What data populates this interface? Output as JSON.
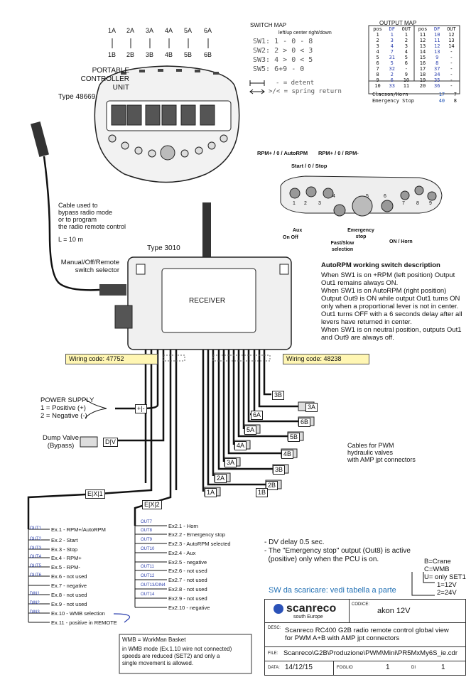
{
  "controller": {
    "title_line1": "PORTABLE",
    "title_line2": "CONTROLLER",
    "title_line3": "UNIT",
    "type": "Type 48669",
    "levers_top": [
      "1A",
      "2A",
      "3A",
      "4A",
      "5A",
      "6A"
    ],
    "levers_bottom": [
      "1B",
      "2B",
      "3B",
      "4B",
      "5B",
      "6B"
    ]
  },
  "switch_map": {
    "title": "SWITCH MAP",
    "header": "left/up   center  right/down",
    "rows": [
      {
        "sw": "SW1:",
        "vals": "1  -  0  -  8"
      },
      {
        "sw": "SW2:",
        "vals": "2  >  0  <  3"
      },
      {
        "sw": "SW3:",
        "vals": "4  >  0  <  5"
      },
      {
        "sw": "SW5:",
        "vals": "6+9    -    0"
      }
    ],
    "legend_detent": "-  = detent",
    "legend_spring": ">/<  = spring return"
  },
  "output_map": {
    "title": "OUTPUT MAP",
    "headers": [
      "pos",
      "DF",
      "OUT",
      "pos",
      "DF",
      "OUT"
    ],
    "rows": [
      [
        "1",
        "1",
        "1",
        "11",
        "10",
        "12"
      ],
      [
        "2",
        "3",
        "2",
        "12",
        "11",
        "13"
      ],
      [
        "3",
        "4",
        "3",
        "13",
        "12",
        "14"
      ],
      [
        "4",
        "7",
        "4",
        "14",
        "13",
        "-"
      ],
      [
        "5",
        "31",
        "5",
        "15",
        "9",
        "-"
      ],
      [
        "6",
        "5",
        "6",
        "16",
        "8",
        "-"
      ],
      [
        "7",
        "32",
        "-",
        "17",
        "37",
        "-"
      ],
      [
        "8",
        "2",
        "9",
        "18",
        "34",
        "-"
      ],
      [
        "9",
        "6",
        "10",
        "19",
        "35",
        "-"
      ],
      [
        "10",
        "33",
        "11",
        "20",
        "36",
        "-"
      ]
    ],
    "footer": [
      {
        "label": "Clacson/Horn",
        "df": "17",
        "out": "7"
      },
      {
        "label": "Emergency Stop",
        "df": "40",
        "out": "8"
      }
    ]
  },
  "panel": {
    "rpm_left": "RPM+ / 0 / AutoRPM",
    "rpm_right": "RPM+ / 0 / RPM-",
    "start_stop": "Start / 0 / Stop",
    "aux": "Aux",
    "aux_onoff": "On  Off",
    "emergency": "Emergency stop",
    "fastslow": "Fast/Slow selection",
    "onhorn": "ON / Horn",
    "numbers": [
      "1",
      "2",
      "3",
      "4",
      "5",
      "6",
      "7",
      "8",
      "9"
    ]
  },
  "autorpm": {
    "title": "AutoRPM working switch description",
    "lines": [
      "When SW1 is on +RPM (left position) Output",
      "Out1 remains always ON.",
      "When SW1 is on AutoRPM (right position)",
      "Output Out9 is ON while output Out1 turns ON",
      "only when a proportional lever is not in center.",
      "Out1 turns OFF with a 6 seconds delay after all",
      "levers have returned in center.",
      "When SW1 is on neutral position, outputs Out1",
      "and Out9 are always off."
    ]
  },
  "cable": {
    "lines": [
      "Cable  used to",
      "bypass radio mode",
      "or to program",
      "the radio remote control"
    ],
    "length": "L = 10 m"
  },
  "receiver": {
    "type": "Type 3010",
    "label": "RECEIVER",
    "selector_line1": "Manual/Off/Remote",
    "selector_line2": "switch selector"
  },
  "wiring": {
    "left": "Wiring code: 47752",
    "right": "Wiring code: 48238"
  },
  "power": {
    "title": "POWER SUPPLY",
    "l1": "1 = Positive (+)",
    "l2": "2 = Negative (-)",
    "conn": "+|-"
  },
  "dump": {
    "l1": "Dump Valve",
    "l2": "(Bypass)",
    "conn": "D|V"
  },
  "connectors": {
    "ex1": "E|X|1",
    "ex2": "E|X|2",
    "right": [
      "3B",
      "3A",
      "6A",
      "6B",
      "5A",
      "5B",
      "4A",
      "4B",
      "3A",
      "3B",
      "2A",
      "2B",
      "1A",
      "1B"
    ]
  },
  "pwm_label": [
    "Cables for PWM",
    "hydraulic valves",
    "with AMP jpt connectors"
  ],
  "ex1": {
    "tags": [
      "OUT1",
      "OUT2",
      "OUT3",
      "OUT4",
      "OUT5",
      "OUT6",
      "",
      "DIN1",
      "DIN2",
      "DIN3",
      ""
    ],
    "labels": [
      "Ex.1 - RPM+/AutoRPM",
      "Ex.2 - Start",
      "Ex.3 - Stop",
      "Ex.4 - RPM+",
      "Ex.5 - RPM-",
      "Ex.6 - not used",
      "Ex.7 - negative",
      "Ex.8 - not used",
      "Ex.9 - not used",
      "Ex.10 - WMB selection",
      "Ex.11 - positive in REMOTE"
    ]
  },
  "ex2": {
    "tags": [
      "OUT7",
      "OUT8",
      "OUT9",
      "OUT10",
      "",
      "OUT11",
      "OUT12",
      "OUT13/DIN4",
      "OUT14",
      ""
    ],
    "labels": [
      "Ex2.1 - Horn",
      "Ex2.2 - Emergency stop",
      "Ex2.3 - AutoRPM selected",
      "Ex2.4 - Aux",
      "Ex2.5 - negative",
      "Ex2.6 - not used",
      "Ex2.7 - not used",
      "Ex2.8 - not used",
      "Ex2.9 - not used",
      "Ex2.10 - negative"
    ]
  },
  "notes": {
    "n1": "- DV delay 0.5 sec.",
    "n2": "- The \"Emergency stop\" output (Out8) is active",
    "n3": "  (positive) only when the PCU is on."
  },
  "options": {
    "b": "B=Crane",
    "c": "C=WMB",
    "u": "U= only SET1",
    "v1": "1=12V",
    "v2": "2=24V"
  },
  "sw_note": "SW da scaricare: vedi tabella a parte",
  "wmb": {
    "title": "WMB = WorkMan Basket",
    "lines": [
      "in WMB mode (Ex.1.10 wire not connected)",
      "speeds are reduced (SET2) and only a",
      "single movement is allowed."
    ]
  },
  "titleblock": {
    "brand": "scanreco",
    "brand_sub": "south Europe",
    "codice_label": "CODICE:",
    "codice": "akon 12V",
    "desc_label": "DESC:",
    "desc1": "Scanreco RC400 G2B radio remote control global view",
    "desc2": "for PWM A+B with AMP jpt connectors",
    "file_label": "FILE:",
    "file": "Scanreco\\G2B\\Produzione\\PWM\\Mini\\PR5MxMy6S_ie.cdr",
    "data_label": "DATA:",
    "data": "14/12/15",
    "foglio_label": "FOGLIO",
    "foglio": "1",
    "di_label": "DI",
    "di": "1"
  },
  "colors": {
    "wire": "#111111",
    "label_bg": "#fff6b3",
    "accent_blue": "#1a4fb4",
    "note_blue": "#1f6fb4"
  }
}
